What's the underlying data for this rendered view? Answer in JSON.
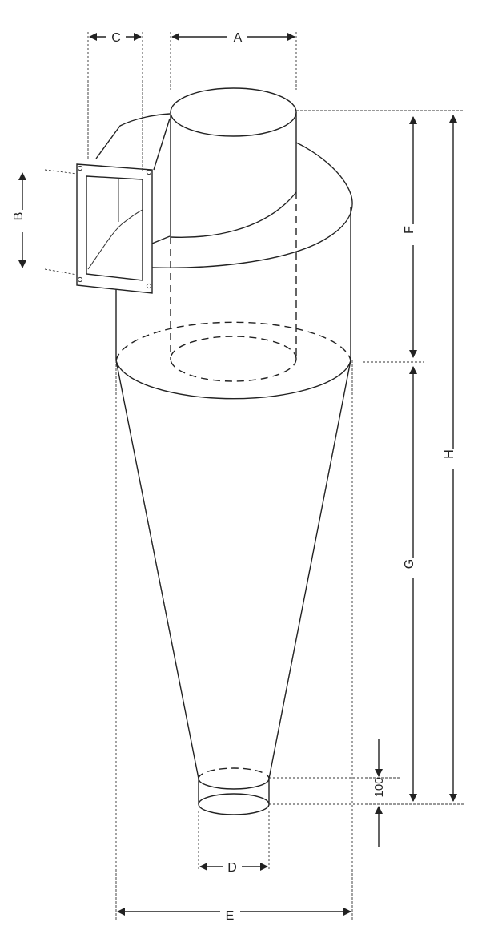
{
  "diagram": {
    "labels": {
      "a": "A",
      "b": "B",
      "c": "C",
      "d": "D",
      "e": "E",
      "f": "F",
      "g": "G",
      "h": "H",
      "outlet_length": "100"
    }
  }
}
